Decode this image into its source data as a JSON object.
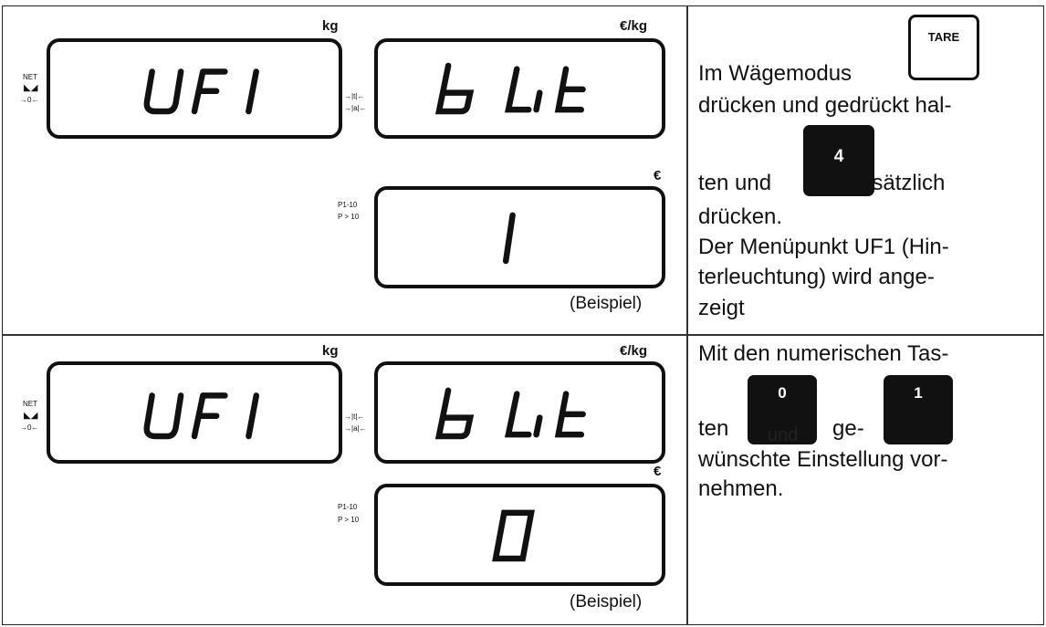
{
  "rows": [
    {
      "weight": {
        "unit": "kg",
        "display": "UF 1",
        "indicators": [
          "NET",
          "→0←"
        ]
      },
      "unitprice": {
        "unit": "€/kg",
        "display": "b Lit",
        "indicators": [
          "→|t|←",
          "→|a|←"
        ]
      },
      "total": {
        "unit": "€",
        "display": "1",
        "indicators": [
          "P1-10",
          "P > 10"
        ]
      },
      "caption": "(Beispiel)",
      "instruction": {
        "line1": "Im Wägemodus",
        "line2": "drücken und gedrückt hal-",
        "line3_a": "ten und",
        "line3_b": "zusätzlich",
        "line4": "drücken.",
        "line5": "Der Menüpunkt UF1 (Hin-",
        "line6": "terleuchtung) wird ange-",
        "line7": "zeigt"
      },
      "keys": {
        "tare": "TARE",
        "four": "4"
      }
    },
    {
      "weight": {
        "unit": "kg",
        "display": "UF 1",
        "indicators": [
          "NET",
          "→0←"
        ]
      },
      "unitprice": {
        "unit": "€/kg",
        "display": "b Lit",
        "indicators": [
          "→|t|←",
          "→|a|←"
        ]
      },
      "total": {
        "unit": "€",
        "display": "0",
        "indicators": [
          "P1-10",
          "P > 10"
        ]
      },
      "caption": "(Beispiel)",
      "instruction": {
        "line1": "Mit den numerischen Tas-",
        "line2_a": "ten",
        "line2_b": "und",
        "line2_c": "ge-",
        "line3": "wünschte Einstellung vor-",
        "line4": "nehmen."
      },
      "keys": {
        "zero": "0",
        "one": "1"
      }
    }
  ]
}
